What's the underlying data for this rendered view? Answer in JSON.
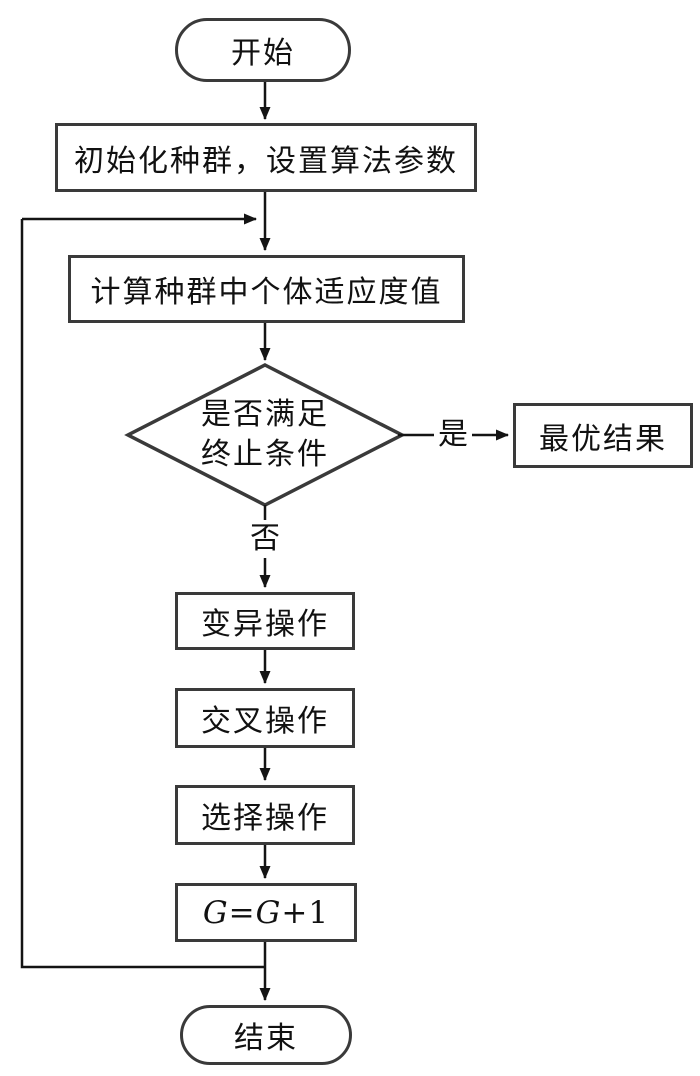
{
  "flowchart": {
    "background_color": "#ffffff",
    "box_border_color": "#3a3a3a",
    "connector_color": "#141414",
    "text_color": "#111111",
    "nodes": {
      "start": {
        "shape": "terminator",
        "label": "开始"
      },
      "init": {
        "shape": "process",
        "label": "初始化种群，设置算法参数"
      },
      "fitness": {
        "shape": "process",
        "label": "计算种群中个体适应度值"
      },
      "decision": {
        "shape": "decision",
        "line1": "是否满足",
        "line2": "终止条件"
      },
      "best": {
        "shape": "process",
        "label": "最优结果"
      },
      "mutation": {
        "shape": "process",
        "label": "变异操作"
      },
      "crossover": {
        "shape": "process",
        "label": "交叉操作"
      },
      "selection": {
        "shape": "process",
        "label": "选择操作"
      },
      "increment": {
        "shape": "process",
        "var1": "G",
        "op1": "=",
        "var2": "G",
        "op2": "+",
        "num": "1"
      },
      "end": {
        "shape": "terminator",
        "label": "结束"
      }
    },
    "edge_labels": {
      "yes": "是",
      "no": "否"
    }
  }
}
